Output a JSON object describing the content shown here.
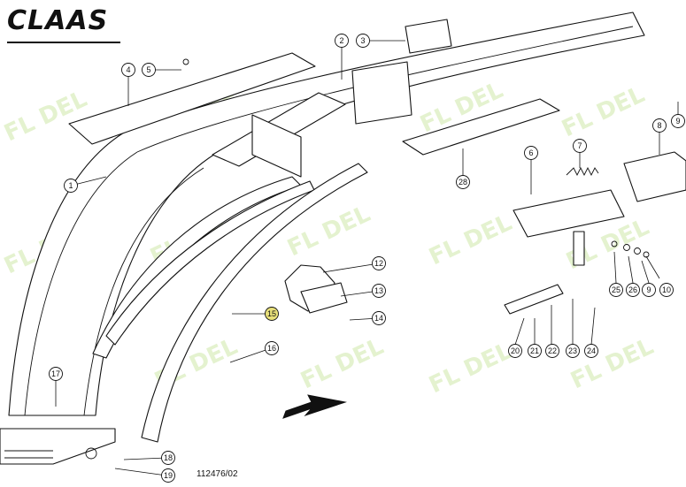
{
  "brand": "CLAAS",
  "watermark": "FL DEL",
  "drawing_number": "112476/02",
  "accent_color": "#cfe8a8",
  "highlight_color": "#e8e07a",
  "callouts": [
    {
      "label": "1"
    },
    {
      "label": "2"
    },
    {
      "label": "3"
    },
    {
      "label": "4"
    },
    {
      "label": "5"
    },
    {
      "label": "6"
    },
    {
      "label": "7"
    },
    {
      "label": "8"
    },
    {
      "label": "9"
    },
    {
      "label": "9"
    },
    {
      "label": "10"
    },
    {
      "label": "12"
    },
    {
      "label": "13"
    },
    {
      "label": "14"
    },
    {
      "label": "15"
    },
    {
      "label": "16"
    },
    {
      "label": "17"
    },
    {
      "label": "18"
    },
    {
      "label": "19"
    },
    {
      "label": "20"
    },
    {
      "label": "21"
    },
    {
      "label": "22"
    },
    {
      "label": "23"
    },
    {
      "label": "24"
    },
    {
      "label": "25"
    },
    {
      "label": "26"
    },
    {
      "label": "28"
    }
  ]
}
